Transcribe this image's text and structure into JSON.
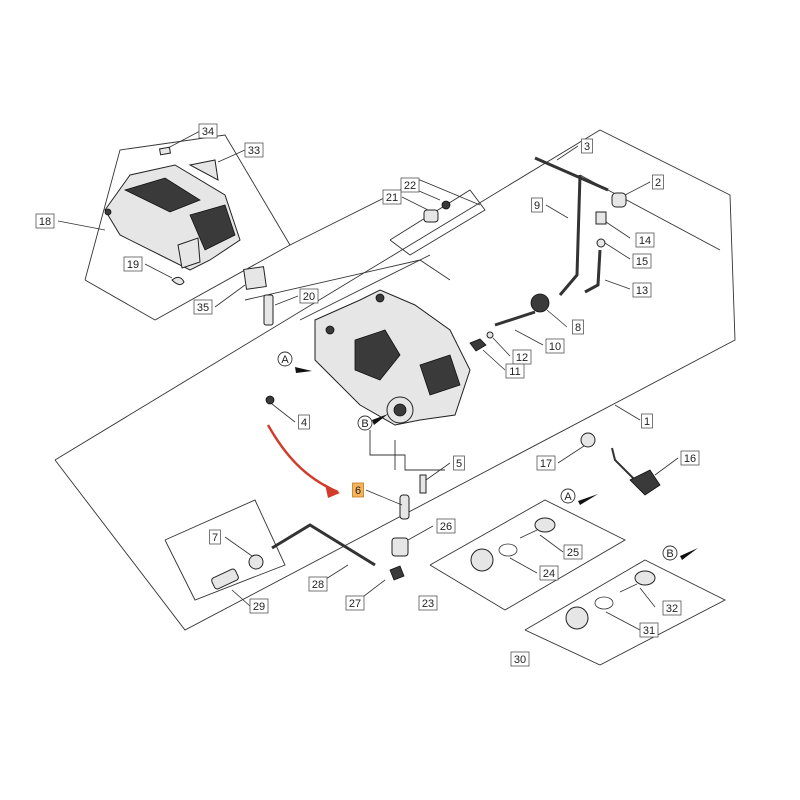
{
  "colors": {
    "highlight": "#f5b35a",
    "arrow": "#d23a2a",
    "line": "#333333"
  },
  "view_markers": [
    {
      "id": "A",
      "text": "A"
    },
    {
      "id": "B",
      "text": "B"
    },
    {
      "id": "A2",
      "text": "A"
    },
    {
      "id": "B2",
      "text": "B"
    }
  ],
  "callouts": [
    {
      "id": "c34",
      "text": "34"
    },
    {
      "id": "c33",
      "text": "33"
    },
    {
      "id": "c18",
      "text": "18"
    },
    {
      "id": "c19",
      "text": "19"
    },
    {
      "id": "c35",
      "text": "35"
    },
    {
      "id": "c20",
      "text": "20"
    },
    {
      "id": "c22",
      "text": "22"
    },
    {
      "id": "c21",
      "text": "21"
    },
    {
      "id": "c3",
      "text": "3"
    },
    {
      "id": "c2",
      "text": "2"
    },
    {
      "id": "c9",
      "text": "9"
    },
    {
      "id": "c14",
      "text": "14"
    },
    {
      "id": "c15",
      "text": "15"
    },
    {
      "id": "c13",
      "text": "13"
    },
    {
      "id": "c8",
      "text": "8"
    },
    {
      "id": "c10",
      "text": "10"
    },
    {
      "id": "c12",
      "text": "12"
    },
    {
      "id": "c11",
      "text": "11"
    },
    {
      "id": "c4",
      "text": "4"
    },
    {
      "id": "c1",
      "text": "1"
    },
    {
      "id": "c17",
      "text": "17"
    },
    {
      "id": "c16",
      "text": "16"
    },
    {
      "id": "c5",
      "text": "5"
    },
    {
      "id": "c6",
      "text": "6",
      "highlighted": true
    },
    {
      "id": "c7",
      "text": "7"
    },
    {
      "id": "c26",
      "text": "26"
    },
    {
      "id": "c25",
      "text": "25"
    },
    {
      "id": "c24",
      "text": "24"
    },
    {
      "id": "c28",
      "text": "28"
    },
    {
      "id": "c29",
      "text": "29"
    },
    {
      "id": "c27",
      "text": "27"
    },
    {
      "id": "c23",
      "text": "23"
    },
    {
      "id": "c32",
      "text": "32"
    },
    {
      "id": "c31",
      "text": "31"
    },
    {
      "id": "c30",
      "text": "30"
    }
  ]
}
